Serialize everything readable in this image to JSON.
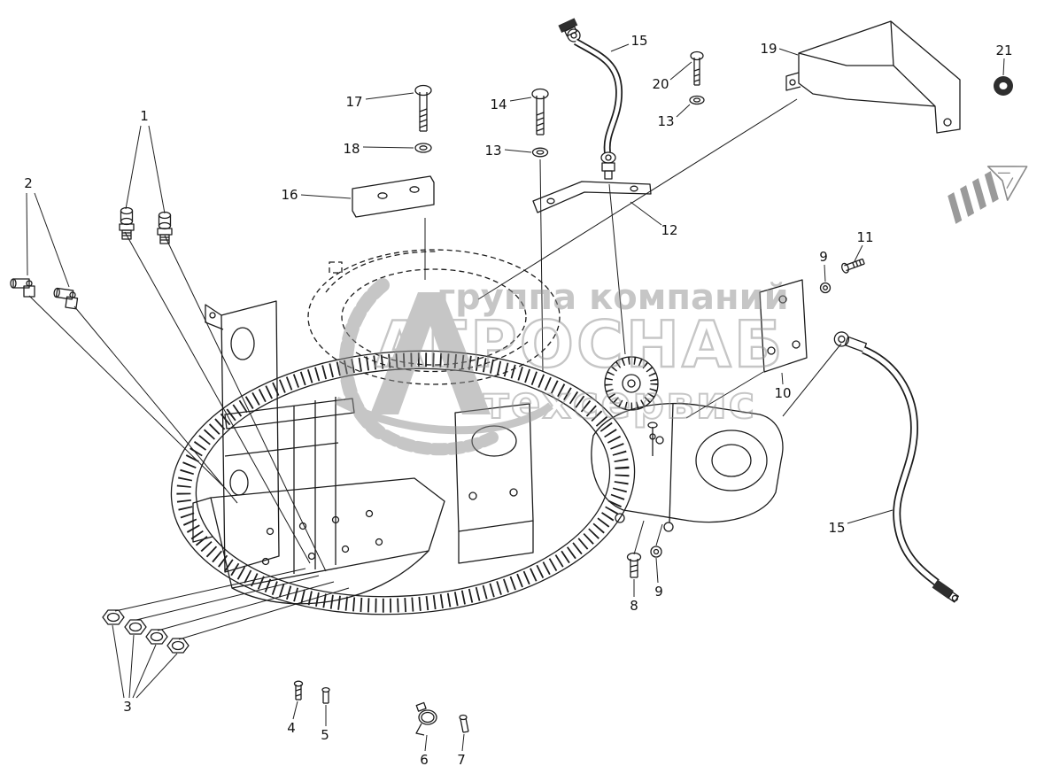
{
  "figure": {
    "type": "exploded-parts-diagram",
    "background": "#ffffff",
    "line_color": "#1c1c1c",
    "watermark": {
      "line1": "группа компаний",
      "line2": "АГРОСНАБ",
      "line3": "техсервис",
      "color": "#8f8f8f"
    },
    "callouts": {
      "c1": "1",
      "c2": "2",
      "c3": "3",
      "c4": "4",
      "c5": "5",
      "c6": "6",
      "c7": "7",
      "c8": "8",
      "c9a": "9",
      "c9b": "9",
      "c10": "10",
      "c11": "11",
      "c12": "12",
      "c13a": "13",
      "c13b": "13",
      "c14": "14",
      "c15a": "15",
      "c15b": "15",
      "c16": "16",
      "c17": "17",
      "c18": "18",
      "c19": "19",
      "c20": "20",
      "c21": "21"
    }
  }
}
